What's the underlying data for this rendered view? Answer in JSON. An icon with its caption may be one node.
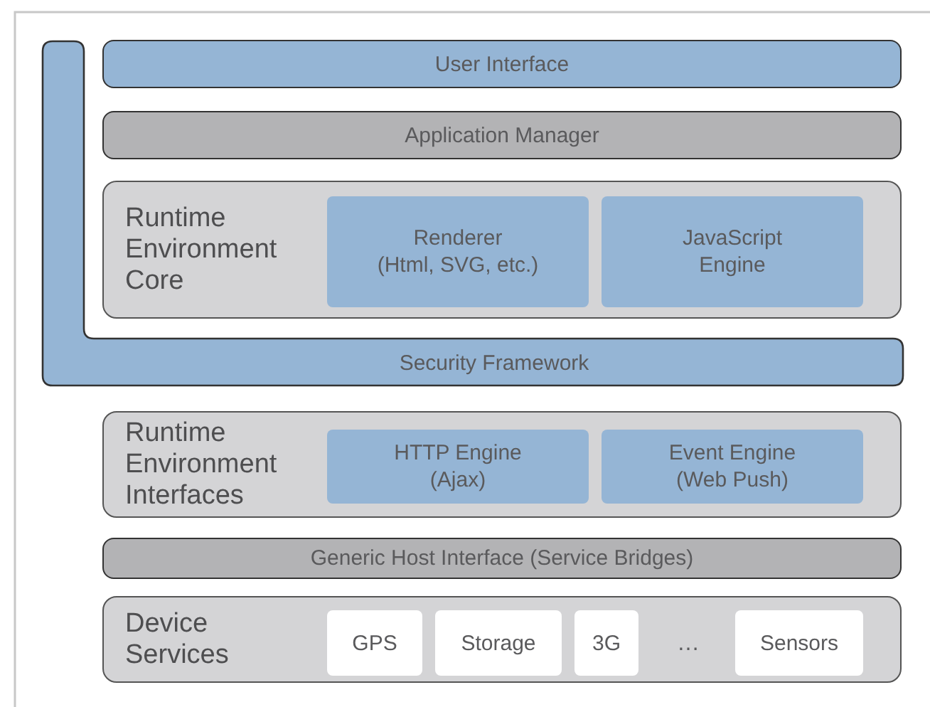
{
  "diagram": {
    "nodes": [
      {
        "text": [
          "Security Framework"
        ]
      },
      {
        "text": [
          "User Interface"
        ]
      },
      {
        "text": [
          "Application Manager"
        ]
      },
      {
        "text": [
          "Runtime Environment Core"
        ]
      },
      {
        "text": [
          "Renderer",
          "(Html, SVG, etc.)"
        ],
        "in": 3
      },
      {
        "text": [
          "JavaScript",
          "Engine"
        ],
        "in": 3
      },
      {
        "text": [
          "Runtime Environment Interfaces"
        ]
      },
      {
        "text": [
          "HTTP Engine",
          "(Ajax)"
        ],
        "in": 6
      },
      {
        "text": [
          "Event Engine",
          "(Web Push)"
        ],
        "in": 6
      },
      {
        "text": [
          "Generic Host Interface (Service Bridges)"
        ]
      },
      {
        "text": [
          "Device Services"
        ]
      },
      {
        "text": [
          "GPS"
        ],
        "in": 10
      },
      {
        "text": [
          "Storage"
        ],
        "in": 10
      },
      {
        "text": [
          "3G"
        ],
        "in": 10
      },
      {
        "text": [
          "Sensors"
        ],
        "in": 10
      }
    ],
    "labels": [
      "…"
    ]
  }
}
